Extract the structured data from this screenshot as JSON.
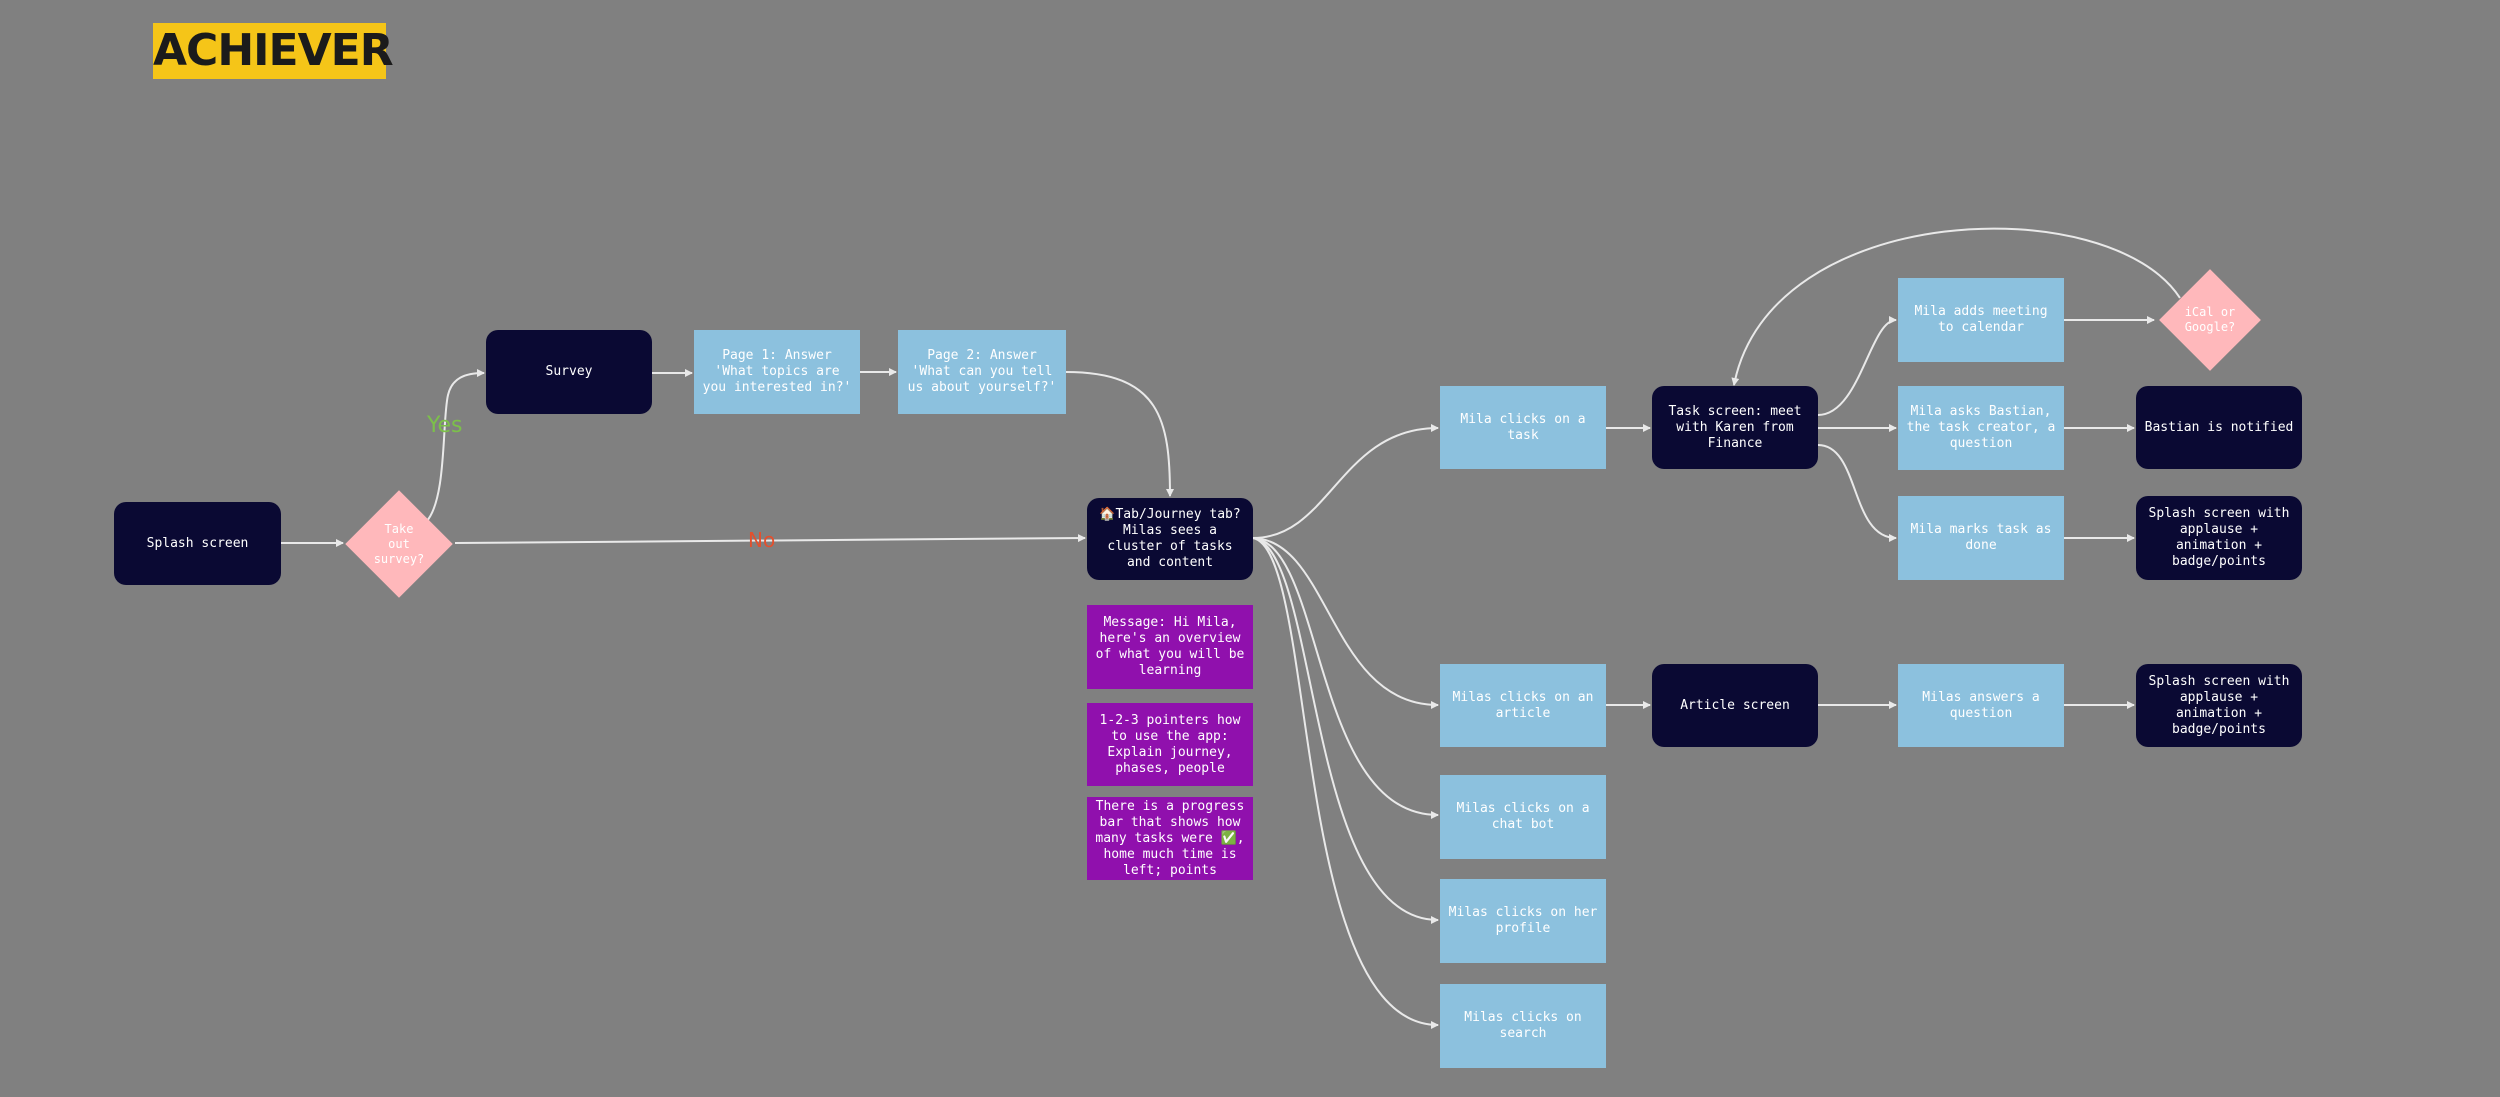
{
  "logo": "ACHIEVER",
  "colors": {
    "background": "#808080",
    "dark_node": "#0a0933",
    "light_node": "#8cc1de",
    "purple_node": "#9010ad",
    "decision": "#ffb8bb",
    "yes_label": "#7cc04a",
    "no_label": "#e2502e",
    "connector": "#e9e9e9"
  },
  "nodes": {
    "splash": "Splash screen",
    "take_survey": "Take\nout\nsurvey?",
    "survey": "Survey",
    "page1": "Page 1: Answer 'What topics are you interested in?'",
    "page2": "Page 2: Answer 'What can you tell us about yourself?'",
    "journey_tab": "🏠Tab/Journey tab? Milas sees a cluster of tasks and content",
    "message": "Message: Hi Mila, here's an overview of what you will be learning",
    "pointers": "1-2-3 pointers how to use the app: Explain journey, phases, people",
    "progress": "There is a progress bar that shows how many tasks were ✅, home much time is left; points",
    "clicks_task": "Mila clicks on a task",
    "task_screen": "Task screen: meet with Karen from Finance",
    "adds_meeting": "Mila adds meeting to calendar",
    "ical_google": "iCal or\nGoogle?",
    "asks_bastian": "Mila asks Bastian, the task creator, a question",
    "bastian_notified": "Bastian is notified",
    "marks_done": "Mila marks task as done",
    "splash_applause_1": "Splash screen with applause + animation + badge/points",
    "clicks_article": "Milas clicks on an article",
    "article_screen": "Article screen",
    "answers_question": "Milas answers a question",
    "splash_applause_2": "Splash screen with applause + animation + badge/points",
    "chat_bot": "Milas clicks on a chat bot",
    "profile": "Milas clicks on her profile",
    "search": "Milas clicks on search"
  },
  "edge_labels": {
    "yes": "Yes",
    "no": "No"
  }
}
